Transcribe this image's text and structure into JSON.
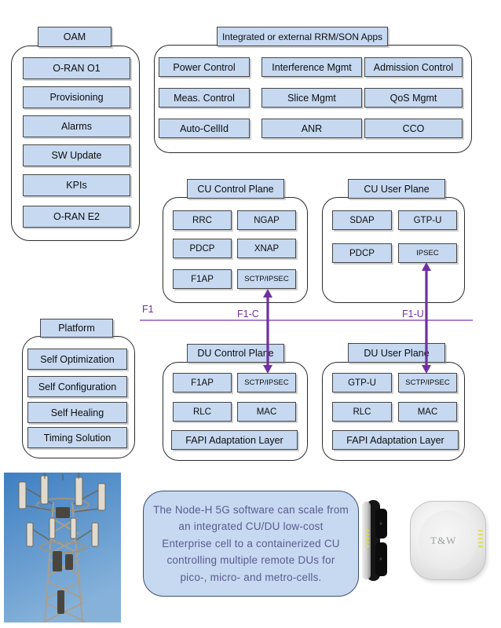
{
  "diagram": {
    "oam": {
      "title": "OAM",
      "items": [
        "O-RAN O1",
        "Provisioning",
        "Alarms",
        "SW Update",
        "KPIs",
        "O-RAN E2"
      ]
    },
    "rrm_apps": {
      "title": "Integrated or external RRM/SON Apps",
      "items": [
        "Power Control",
        "Interference Mgmt",
        "Admission Control",
        "Meas. Control",
        "Slice Mgmt",
        "QoS Mgmt",
        "Auto-CellId",
        "ANR",
        "CCO"
      ]
    },
    "cu_control_plane": {
      "title": "CU Control Plane",
      "items": [
        "RRC",
        "NGAP",
        "PDCP",
        "XNAP",
        "F1AP",
        "SCTP/IPSEC"
      ]
    },
    "cu_user_plane": {
      "title": "CU User Plane",
      "items": [
        "SDAP",
        "GTP-U",
        "PDCP",
        "IPSEC"
      ]
    },
    "du_control_plane": {
      "title": "DU Control Plane",
      "items": [
        "F1AP",
        "SCTP/IPSEC",
        "RLC",
        "MAC"
      ],
      "wide_item": "FAPI Adaptation Layer"
    },
    "du_user_plane": {
      "title": "DU User Plane",
      "items": [
        "GTP-U",
        "SCTP/IPSEC",
        "RLC",
        "MAC"
      ],
      "wide_item": "FAPI Adaptation Layer"
    },
    "platform": {
      "title": "Platform",
      "items": [
        "Self Optimization",
        "Self Configuration",
        "Self Healing",
        "Timing Solution"
      ]
    },
    "interfaces": {
      "f1_label": "F1",
      "f1c_label": "F1-C",
      "f1u_label": "F1-U"
    }
  },
  "caption": {
    "lines": [
      "The Node-H 5G software can scale from",
      "an integrated CU/DU low-cost",
      "Enterprise cell to a containerized CU",
      "controlling multiple remote DUs for",
      "pico-, micro- and metro-cells."
    ]
  },
  "devices": {
    "access_point_brand": "T&W"
  },
  "colors": {
    "box_fill": "#c6d9f1",
    "box_border": "#454545",
    "panel_border": "#2b2b2b",
    "arrow_purple": "#7030a0",
    "interface_line_purple": "#9b72c8",
    "caption_text": "#5b5b8e",
    "caption_border": "#3d4f6b",
    "led_yellow": "#dede5e",
    "sky_blue": "#4a86c6"
  }
}
